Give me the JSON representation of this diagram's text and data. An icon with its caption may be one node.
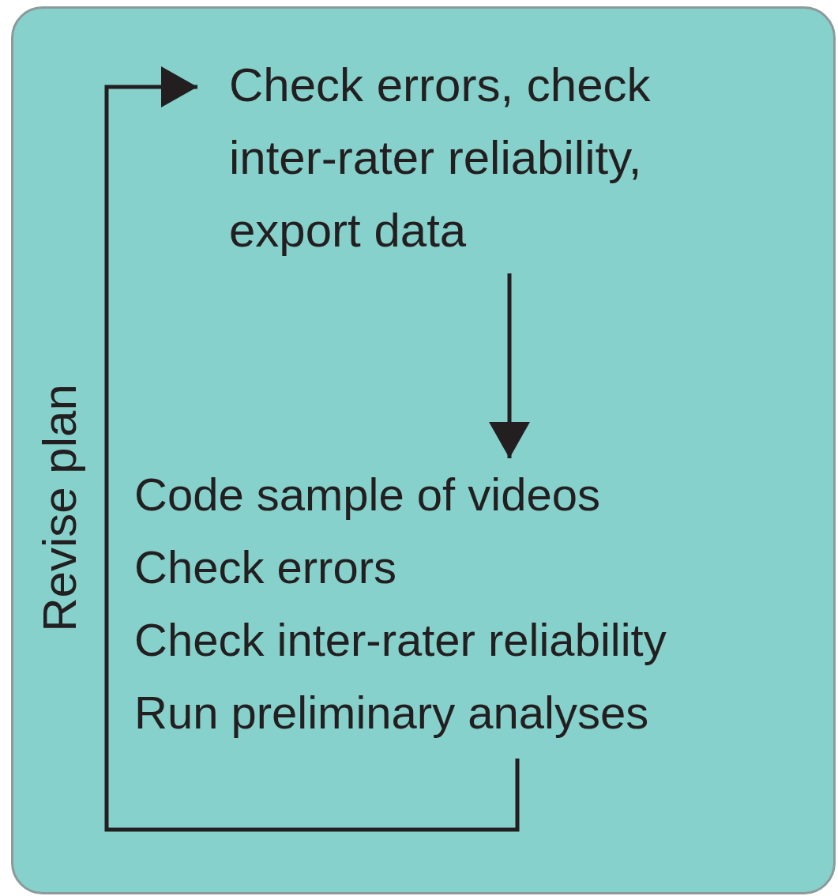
{
  "diagram": {
    "nodes": [
      {
        "text": [],
        "shape": "box"
      },
      {
        "text": [
          "Check errors, check inter-rater reliability, export data"
        ],
        "in": 0
      },
      {
        "text": [
          "Code sample of videos",
          "Check errors",
          "Check inter-rater reliability",
          "Run preliminary analyses"
        ],
        "in": 0
      }
    ],
    "edges": [
      {
        "from": 1,
        "to": 2,
        "arrow": "to"
      },
      {
        "from": 2,
        "to": 1,
        "arrow": "to",
        "label": "Revise plan"
      }
    ]
  }
}
